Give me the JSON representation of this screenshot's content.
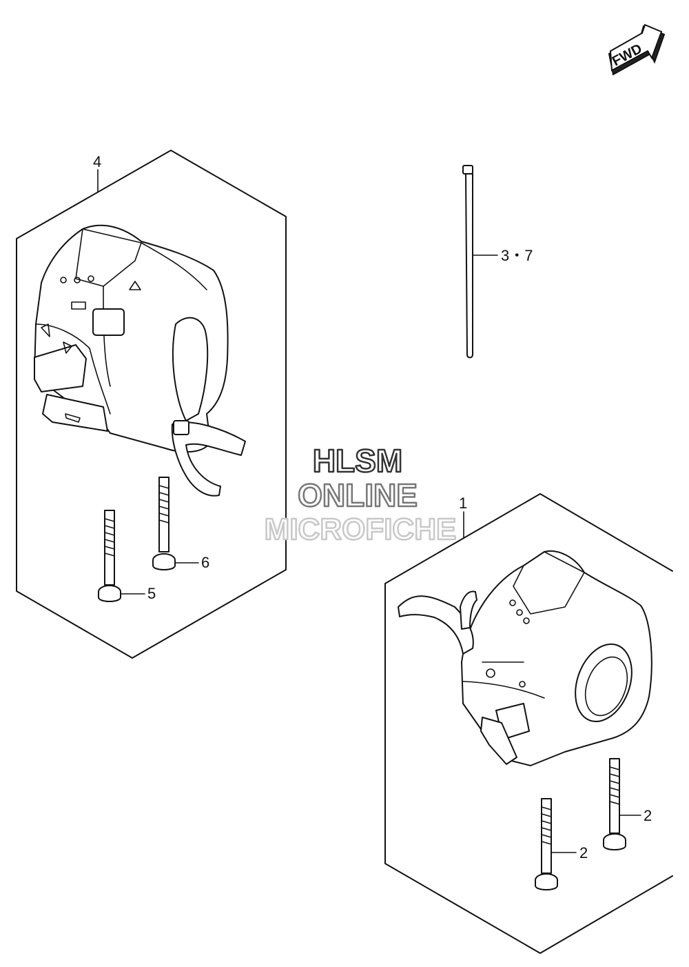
{
  "watermark": {
    "line1": "HLSM",
    "line2": "ONLINE",
    "line3": "MICROFICHE"
  },
  "fwd_badge": {
    "label": "FWD"
  },
  "callouts": {
    "c1": "1",
    "c2a": "2",
    "c2b": "2",
    "c37": "3・7",
    "c4": "4",
    "c5": "5",
    "c6": "6"
  }
}
